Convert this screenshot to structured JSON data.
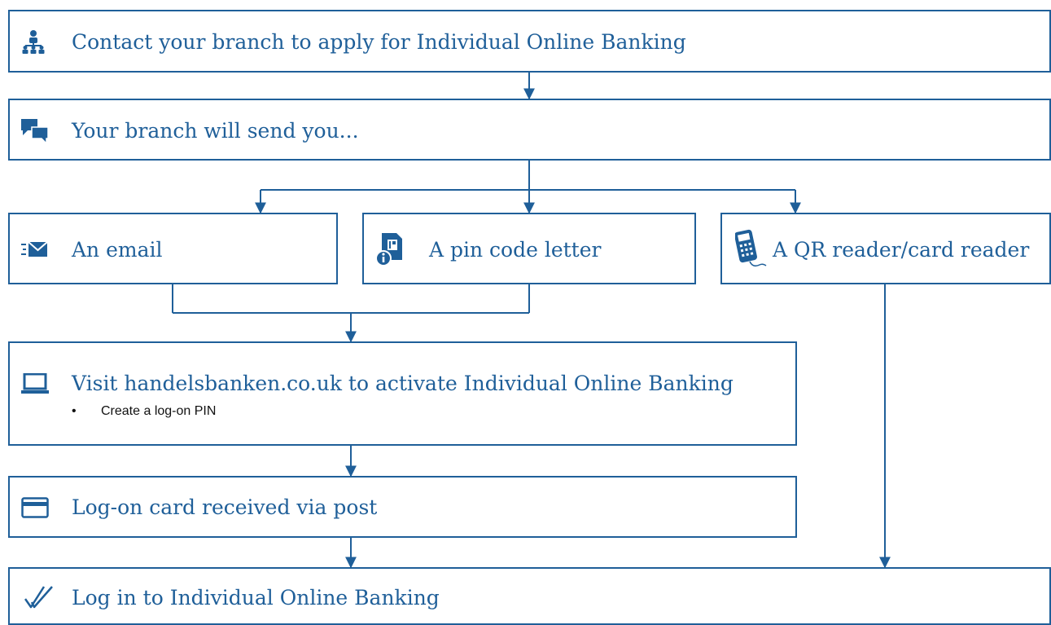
{
  "colors": {
    "accent": "#1f5f99",
    "text": "#111111",
    "background": "#ffffff"
  },
  "steps": {
    "apply": {
      "label": "Contact your branch to apply for Individual Online Banking",
      "icon": "people-hierarchy-icon"
    },
    "send": {
      "label": "Your branch will send you...",
      "icon": "chat-bubbles-icon"
    },
    "email": {
      "label": "An email",
      "icon": "email-icon"
    },
    "pin": {
      "label": "A pin code letter",
      "icon": "pin-letter-icon"
    },
    "reader": {
      "label": "A QR reader/card reader",
      "icon": "card-reader-icon"
    },
    "visit": {
      "label": "Visit handelsbanken.co.uk to activate Individual Online Banking",
      "bullet": "Create a log-on PIN",
      "icon": "laptop-icon"
    },
    "card": {
      "label": "Log-on card received via post",
      "icon": "card-icon"
    },
    "login": {
      "label": "Log in to Individual Online Banking",
      "icon": "checkmark-icon"
    }
  }
}
